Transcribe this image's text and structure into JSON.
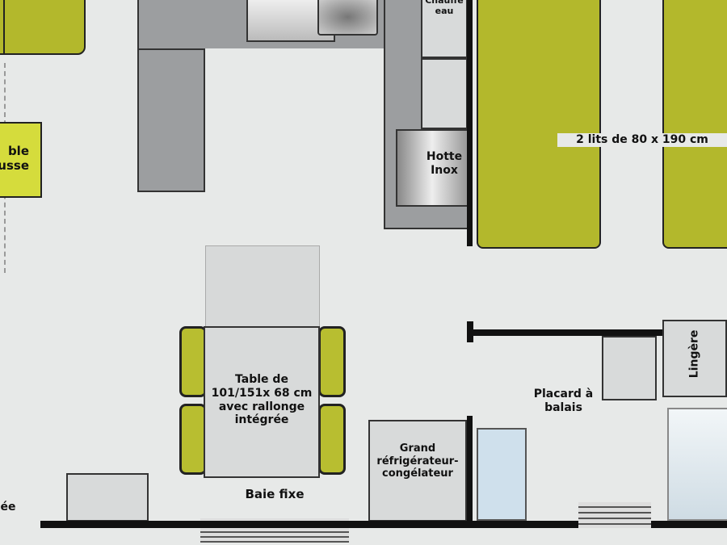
{
  "labels": {
    "water_heater": "Chauffe eau",
    "hood": "Hotte Inox",
    "beds": "2 lits de 80 x 190 cm",
    "sofa_partial": "ble usse",
    "table": "Table de 101/151x 68 cm avec rallonge intégrée",
    "fixed_window": "Baie fixe",
    "fridge": "Grand réfrigérateur-congélateur",
    "broom_closet": "Placard à balais",
    "linen": "Lingère",
    "left_partial": "ée"
  },
  "colors": {
    "bed": "#b3b82c",
    "sofa": "#d5dc3c",
    "counter": "#9c9ea0",
    "wall": "#111111"
  }
}
